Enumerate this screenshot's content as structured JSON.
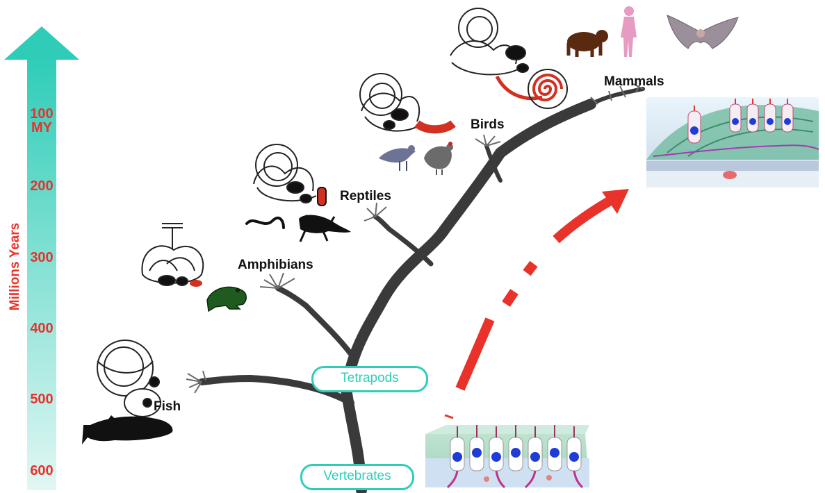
{
  "timeline": {
    "axis_title": "Millions Years",
    "ticks": [
      {
        "line1": "100",
        "line2": "MY"
      },
      {
        "line1": "200"
      },
      {
        "line1": "300"
      },
      {
        "line1": "400"
      },
      {
        "line1": "500"
      },
      {
        "line1": "600"
      }
    ],
    "arrow_color": "#2fcdb8"
  },
  "groups": {
    "fish": "Fish",
    "amphibians": "Amphibians",
    "reptiles": "Reptiles",
    "birds": "Birds",
    "mammals": "Mammals"
  },
  "clades": {
    "tetrapods": "Tetrapods",
    "vertebrates": "Vertebrates"
  },
  "colors": {
    "accent_red": "#e8322a",
    "teal": "#2fcdb8",
    "tree": "#3a3a3a"
  }
}
